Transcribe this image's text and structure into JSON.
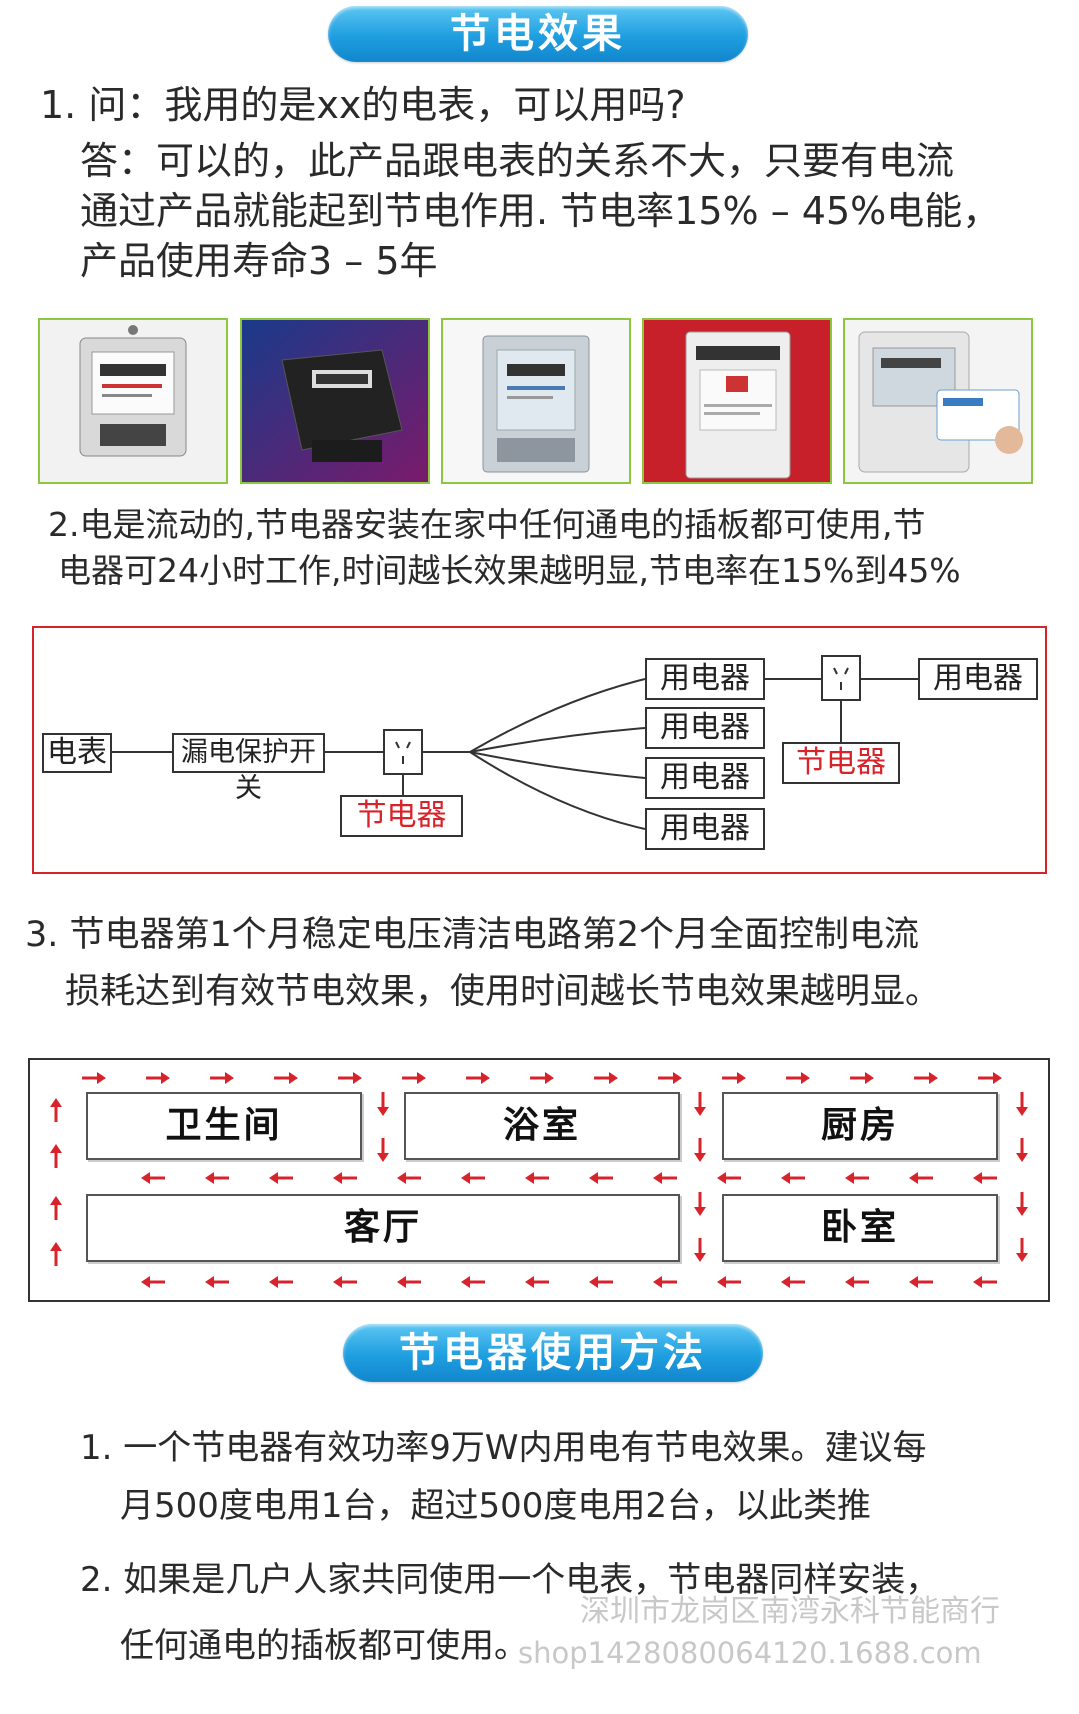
{
  "section1": {
    "title": "节电效果"
  },
  "qa": {
    "line1": "1. 问：我用的是xx的电表，可以用吗?",
    "line2": "答：可以的，此产品跟电表的关系不大，只要有电流",
    "line3": "通过产品就能起到节电作用. 节电率15% – 45%电能，",
    "line4": "产品使用寿命3 – 5年"
  },
  "point2": {
    "line1": "2.电是流动的,节电器安装在家中任何通电的插板都可使用,节",
    "line2": "电器可24小时工作,时间越长效果越明显,节电率在15%到45%"
  },
  "diagram": {
    "meter": "电表",
    "breaker": "漏电保护开关",
    "saver1": "节电器",
    "saver2": "节电器",
    "appliances": [
      "用电器",
      "用电器",
      "用电器",
      "用电器"
    ],
    "appliance_right": "用电器"
  },
  "point3": {
    "line1": "3. 节电器第1个月稳定电压清洁电路第2个月全面控制电流",
    "line2": "损耗达到有效节电效果，使用时间越长节电效果越明显。"
  },
  "rooms": {
    "bathroom": "卫生间",
    "shower": "浴室",
    "kitchen": "厨房",
    "living": "客厅",
    "bedroom": "卧室"
  },
  "section2": {
    "title": "节电器使用方法"
  },
  "usage": {
    "item1_line1": "1. 一个节电器有效功率9万W内用电有节电效果。建议每",
    "item1_line2": "月500度电用1台，超过500度电用2台，以此类推",
    "item2_line1": "2. 如果是几户人家共同使用一个电表，节电器同样安装，",
    "item2_line2": "任何通电的插板都可使用。"
  },
  "watermark": {
    "line1": "深圳市龙岗区南湾永科节能商行",
    "line2": "shop1428080064120.1688.com"
  },
  "colors": {
    "accent_blue": "#1e9ee0",
    "red": "#d8232a",
    "green_border": "#8dc63f"
  }
}
